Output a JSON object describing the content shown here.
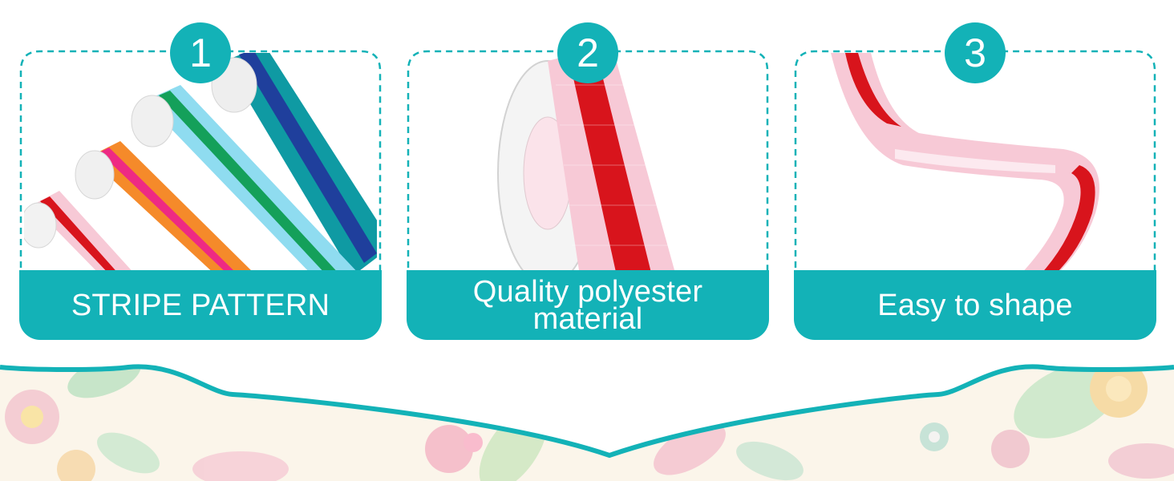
{
  "features": [
    {
      "number": "1",
      "caption": "STRIPE PATTERN",
      "photo": "multicolor-ribbon-spools"
    },
    {
      "number": "2",
      "caption": "Quality polyester material",
      "photo": "red-pink-ribbon-spool"
    },
    {
      "number": "3",
      "caption": "Easy to shape",
      "photo": "curled-ribbon"
    }
  ],
  "colors": {
    "accent": "#13b2b7",
    "caption_text": "#ffffff",
    "ribbon_red": "#d8141c",
    "ribbon_pink": "#f7c9d6",
    "ribbon_orange": "#f58a2a",
    "ribbon_magenta": "#ee2a83",
    "ribbon_sky": "#8fdcf0",
    "ribbon_green": "#14a05a",
    "ribbon_teal": "#0f9aa3",
    "ribbon_navy": "#1f3f9c"
  }
}
